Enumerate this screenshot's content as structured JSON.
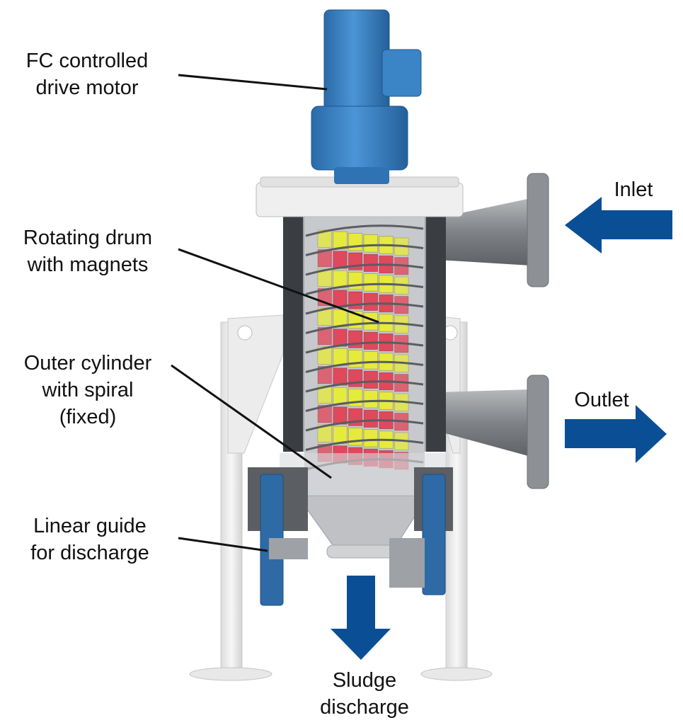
{
  "labels": {
    "motor": [
      "FC controlled",
      "drive motor"
    ],
    "drum": [
      "Rotating drum",
      "with magnets"
    ],
    "cylinder": [
      "Outer cylinder",
      "with spiral",
      "(fixed)"
    ],
    "guide": [
      "Linear guide",
      "for discharge"
    ],
    "inlet": "Inlet",
    "outlet": "Outlet",
    "sludge": [
      "Sludge",
      "discharge"
    ]
  },
  "colors": {
    "arrow": "#0a4f96",
    "motor": "#3d86c8",
    "body": "#b9bcc0",
    "frame": "#eeeeee",
    "magnet_red": "#e0485c",
    "magnet_yellow": "#e6ea3c",
    "dark_wall": "#3a3d42"
  }
}
